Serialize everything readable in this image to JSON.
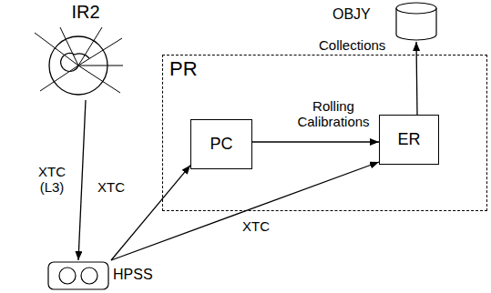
{
  "diagram": {
    "nodes": [
      {
        "text": [
          "IR2"
        ]
      },
      {
        "text": [
          "OBJY"
        ]
      },
      {
        "text": [
          "PR"
        ]
      },
      {
        "text": [
          "PC"
        ],
        "in": 2
      },
      {
        "text": [
          "ER"
        ],
        "in": 2
      },
      {
        "text": [
          "HPSS"
        ]
      }
    ],
    "edges": [
      {
        "from": 0,
        "to": 5,
        "arrow": "to",
        "label": "XTC (L3)"
      },
      {
        "from": 5,
        "to": 3,
        "arrow": "to",
        "label": "XTC"
      },
      {
        "from": 5,
        "to": 4,
        "arrow": "to",
        "label": "XTC"
      },
      {
        "from": 3,
        "to": 4,
        "arrow": "to",
        "label": "Rolling Calibrations"
      },
      {
        "from": 4,
        "to": 1,
        "arrow": "to",
        "label": "Collections"
      }
    ]
  }
}
